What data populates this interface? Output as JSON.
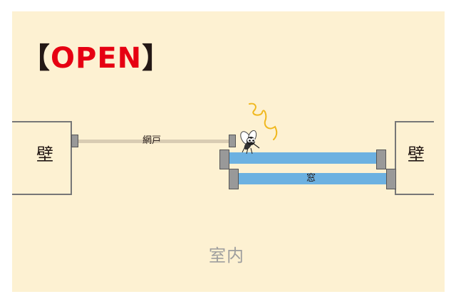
{
  "title": {
    "open_bracket": "【",
    "word": "OPEN",
    "close_bracket": "】"
  },
  "walls": {
    "left_label": "壁",
    "right_label": "壁"
  },
  "labels": {
    "screen": "網戸",
    "window": "窓",
    "room": "室内"
  },
  "icons": {
    "insect": "mosquito-icon",
    "flight_path": "squiggle-icon"
  },
  "colors": {
    "background": "#fdf1d2",
    "title_word": "#e60012",
    "glass": "#6cb1e1",
    "screen_rail": "#d9ccb3",
    "flight_path": "#f0b81e",
    "frame_cap": "#999999"
  }
}
